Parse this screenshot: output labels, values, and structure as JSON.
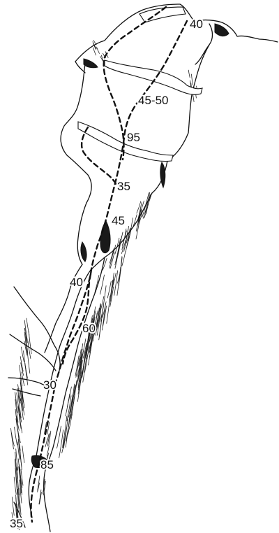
{
  "grades": {
    "g1": "40",
    "g2": "45-50",
    "g3": "95",
    "g4": "35",
    "g5": "45",
    "g6": "40",
    "g7": "60",
    "g8": "30",
    "g9": "85",
    "g10": "35"
  },
  "colors": {
    "line": "#111111",
    "background": "#ffffff"
  }
}
